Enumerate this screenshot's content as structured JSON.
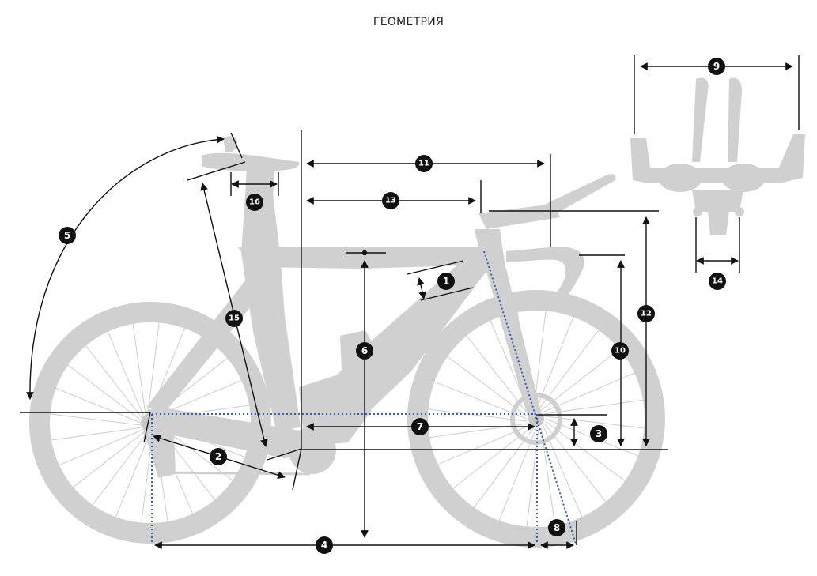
{
  "title": "ГЕОМЕТРИЯ",
  "colors": {
    "bike": "#d0d0d0",
    "spokes": "#c6c6c6",
    "line": "#111111",
    "dotted": "#3a5fb0",
    "badge": "#111111"
  },
  "icons": {
    "badge": "filled-circle-number",
    "arrow": "double-headed-arrow"
  },
  "markers": [
    {
      "id": "marker-1",
      "label": "1"
    },
    {
      "id": "marker-2",
      "label": "2"
    },
    {
      "id": "marker-3",
      "label": "3"
    },
    {
      "id": "marker-4",
      "label": "4"
    },
    {
      "id": "marker-5",
      "label": "5"
    },
    {
      "id": "marker-6",
      "label": "6"
    },
    {
      "id": "marker-7",
      "label": "7"
    },
    {
      "id": "marker-8",
      "label": "8"
    },
    {
      "id": "marker-9",
      "label": "9"
    },
    {
      "id": "marker-10",
      "label": "10"
    },
    {
      "id": "marker-11",
      "label": "11"
    },
    {
      "id": "marker-12",
      "label": "12"
    },
    {
      "id": "marker-13",
      "label": "13"
    },
    {
      "id": "marker-14",
      "label": "14"
    },
    {
      "id": "marker-15",
      "label": "15"
    },
    {
      "id": "marker-16",
      "label": "16"
    }
  ]
}
